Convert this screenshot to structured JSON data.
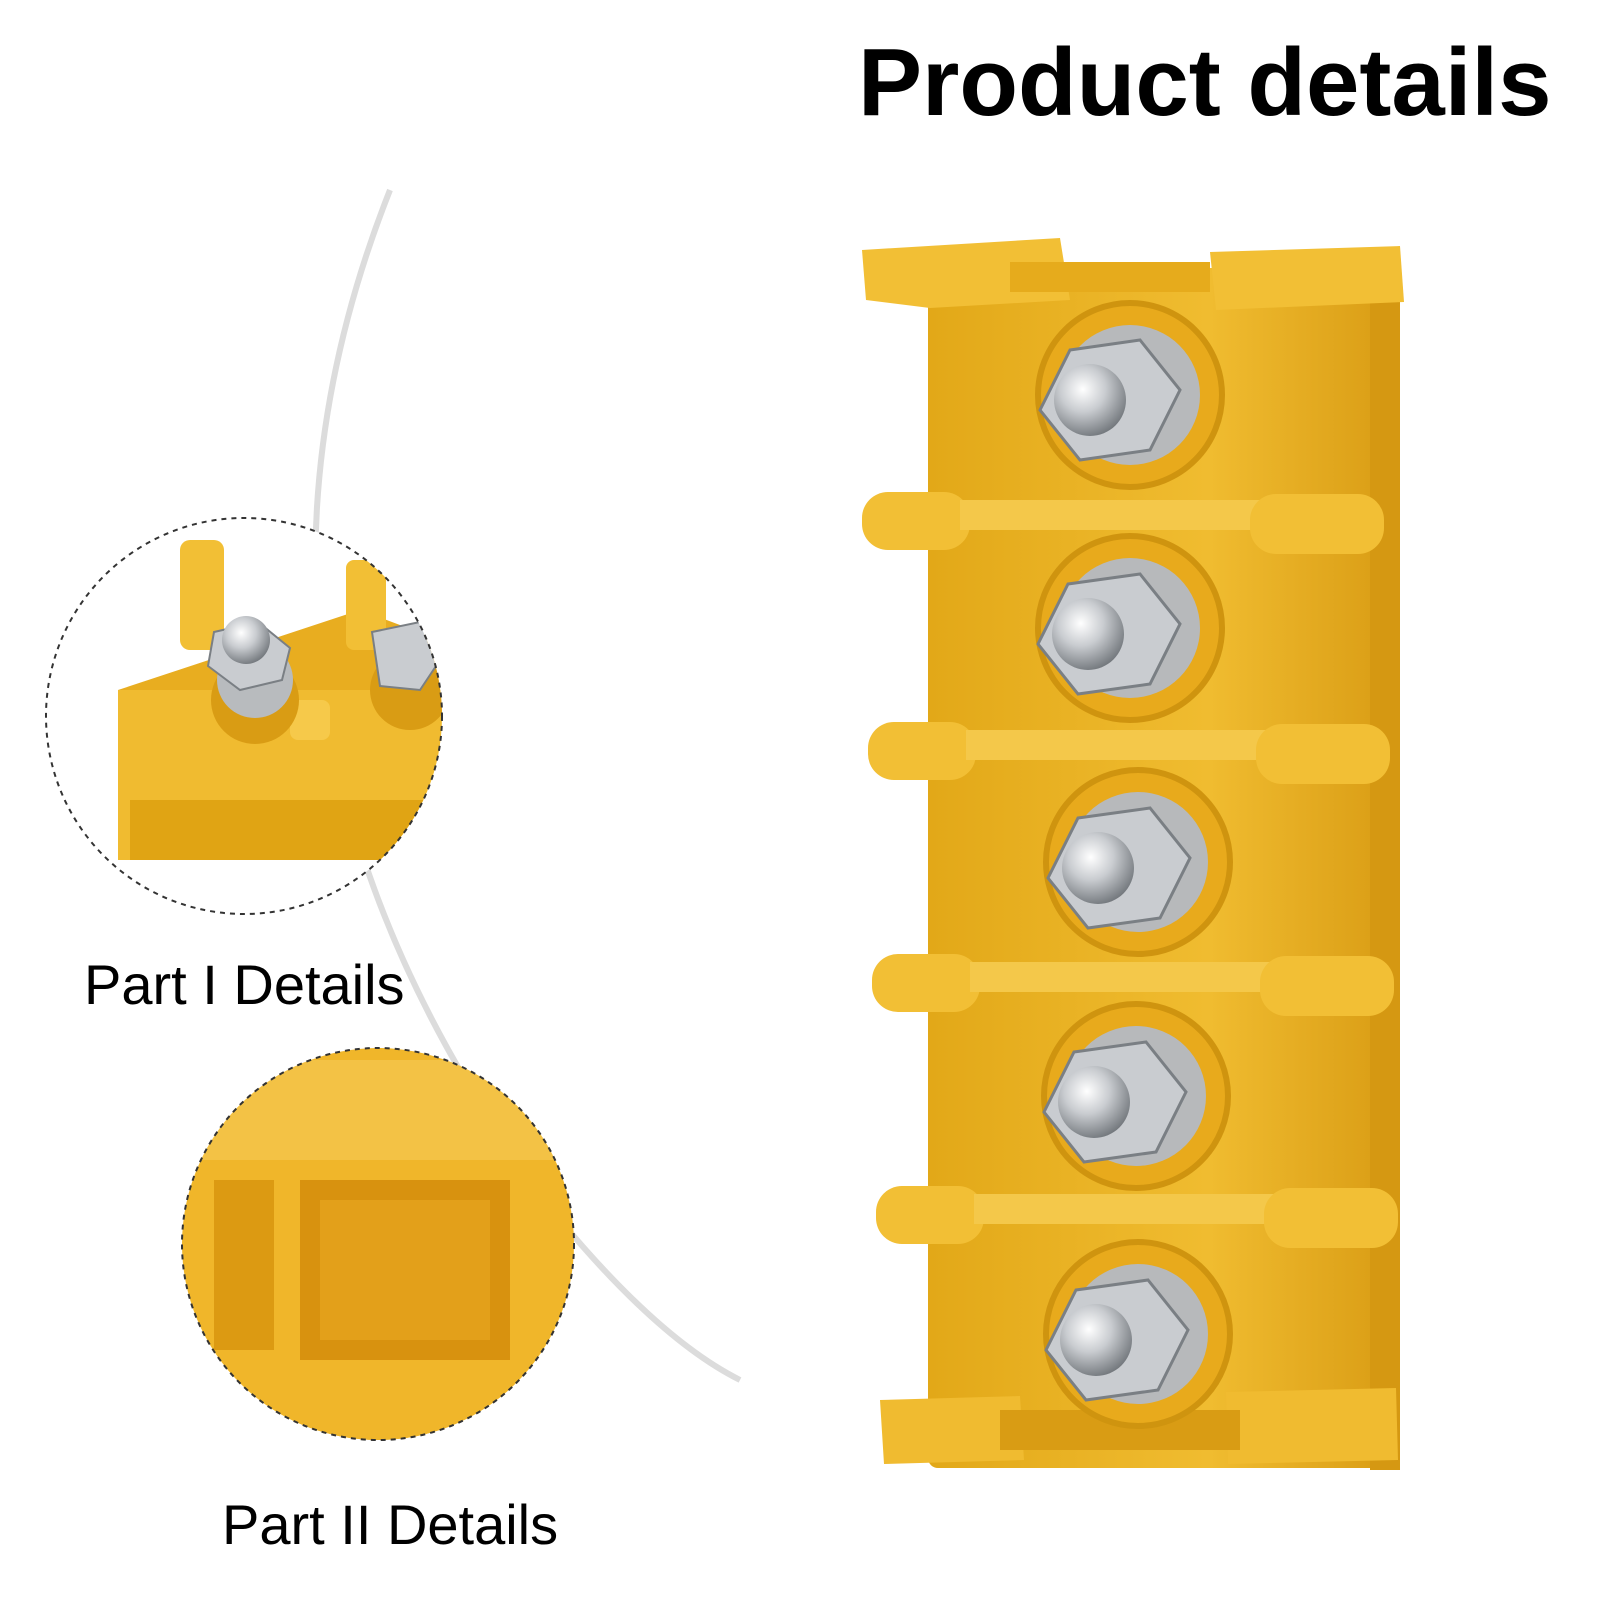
{
  "header": {
    "title": "Product details"
  },
  "details": [
    {
      "label": "Part I Details"
    },
    {
      "label": "Part II Details"
    }
  ],
  "product": {
    "terminal_count": 5,
    "body_color": "#E8B020",
    "metal_color": "#C9CCD0"
  }
}
